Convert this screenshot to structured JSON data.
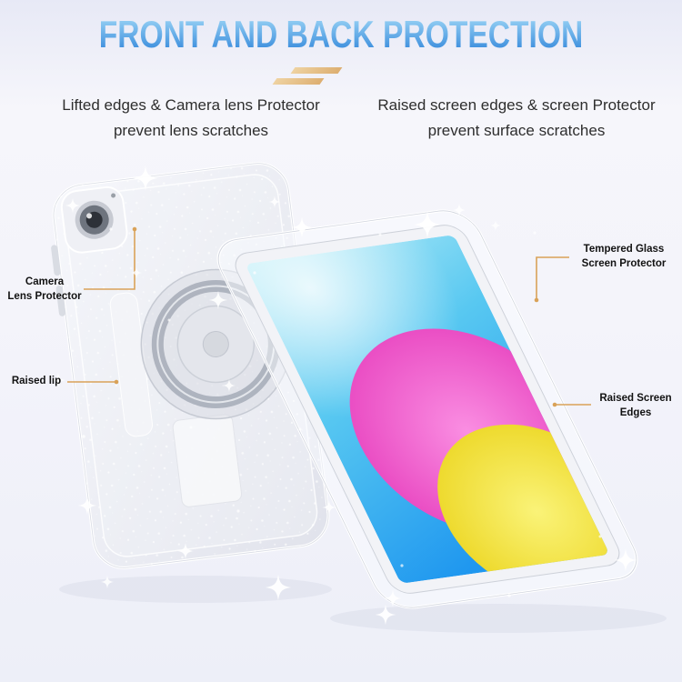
{
  "header": {
    "title": "FRONT AND BACK PROTECTION",
    "left_feature": {
      "line1": "Lifted edges & Camera lens Protector",
      "line2": "prevent lens scratches"
    },
    "right_feature": {
      "line1": "Raised screen edges & screen Protector",
      "line2": "prevent surface scratches"
    }
  },
  "callouts": {
    "camera_lens": {
      "line1": "Camera",
      "line2": "Lens Protector"
    },
    "raised_lip": {
      "line1": "Raised lip"
    },
    "tempered_glass": {
      "line1": "Tempered Glass",
      "line2": "Screen Protector"
    },
    "raised_screen_edges": {
      "line1": "Raised Screen",
      "line2": "Edges"
    }
  },
  "icons": {
    "sparkle": "✦"
  },
  "colors": {
    "title_grad_top": "#a5dcf8",
    "title_grad_bottom": "#2a80d8",
    "accent_gold": "#d9a258",
    "accent_gold_light": "#eecd92",
    "text_dark": "#2e2e2e",
    "label_dark": "#121212",
    "case_light": "#f7f8fc",
    "case_dark": "#dfe1ea",
    "screen_cyan": "#b7edf7",
    "screen_mid": "#58c8f1",
    "screen_blue": "#1f97ef",
    "circle_pink_light": "#fa8ee2",
    "circle_pink": "#ea4ec4",
    "circle_yellow_light": "#faf378",
    "circle_yellow": "#eeda2e"
  }
}
